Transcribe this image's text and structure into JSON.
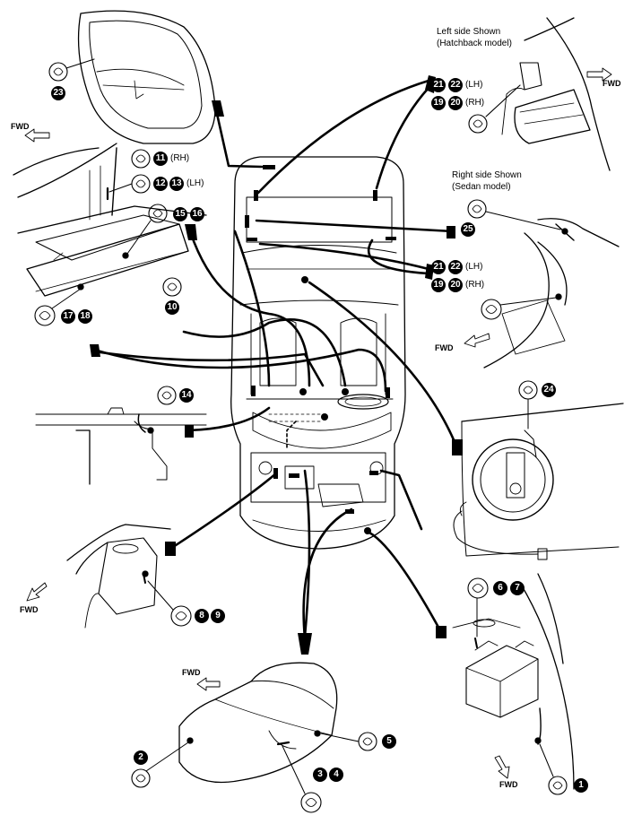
{
  "captions": {
    "left_side": [
      "Left side Shown",
      "(Hatchback model)"
    ],
    "right_side": [
      "Right side Shown",
      "(Sedan model)"
    ]
  },
  "fwd_label": "FWD",
  "side_labels": {
    "rh": "(RH)",
    "lh": "(LH)"
  },
  "callouts": [
    {
      "id": "c23",
      "nums": [
        "23"
      ],
      "paren": ""
    },
    {
      "id": "c11",
      "nums": [
        "11"
      ],
      "paren": "(RH)"
    },
    {
      "id": "c12",
      "nums": [
        "12",
        "13"
      ],
      "paren": "(LH)"
    },
    {
      "id": "c15",
      "nums": [
        "15",
        "16"
      ],
      "paren": ""
    },
    {
      "id": "c10",
      "nums": [
        "10"
      ],
      "paren": ""
    },
    {
      "id": "c17",
      "nums": [
        "17",
        "18"
      ],
      "paren": ""
    },
    {
      "id": "c14",
      "nums": [
        "14"
      ],
      "paren": ""
    },
    {
      "id": "c8",
      "nums": [
        "8",
        "9"
      ],
      "paren": ""
    },
    {
      "id": "c2",
      "nums": [
        "2"
      ],
      "paren": ""
    },
    {
      "id": "c3",
      "nums": [
        "3",
        "4"
      ],
      "paren": ""
    },
    {
      "id": "c5",
      "nums": [
        "5"
      ],
      "paren": ""
    },
    {
      "id": "c1",
      "nums": [
        "1"
      ],
      "paren": ""
    },
    {
      "id": "c6",
      "nums": [
        "6",
        "7"
      ],
      "paren": ""
    },
    {
      "id": "c24",
      "nums": [
        "24"
      ],
      "paren": ""
    },
    {
      "id": "c21a",
      "nums": [
        "21",
        "22"
      ],
      "paren": "(LH)"
    },
    {
      "id": "c19a",
      "nums": [
        "19",
        "20"
      ],
      "paren": "(RH)"
    },
    {
      "id": "c25",
      "nums": [
        "25"
      ],
      "paren": ""
    },
    {
      "id": "c21b",
      "nums": [
        "21",
        "22"
      ],
      "paren": "(LH)"
    },
    {
      "id": "c19b",
      "nums": [
        "19",
        "20"
      ],
      "paren": "(RH)"
    }
  ]
}
